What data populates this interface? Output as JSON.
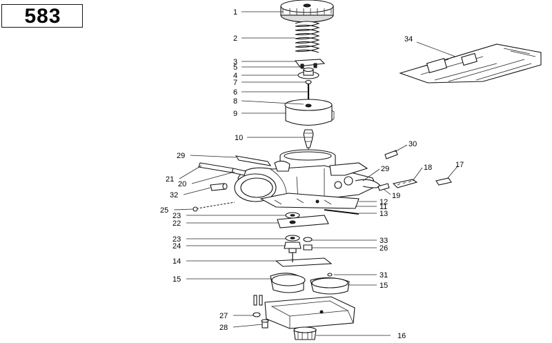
{
  "page": {
    "number": "583"
  },
  "callouts": [
    "1",
    "2",
    "3",
    "5",
    "4",
    "7",
    "6",
    "8",
    "9",
    "10",
    "29",
    "21",
    "20",
    "32",
    "25",
    "30",
    "29",
    "18",
    "17",
    "19",
    "12",
    "11",
    "13",
    "23",
    "22",
    "23",
    "24",
    "33",
    "26",
    "14",
    "15",
    "31",
    "15",
    "27",
    "28",
    "16",
    "34"
  ]
}
